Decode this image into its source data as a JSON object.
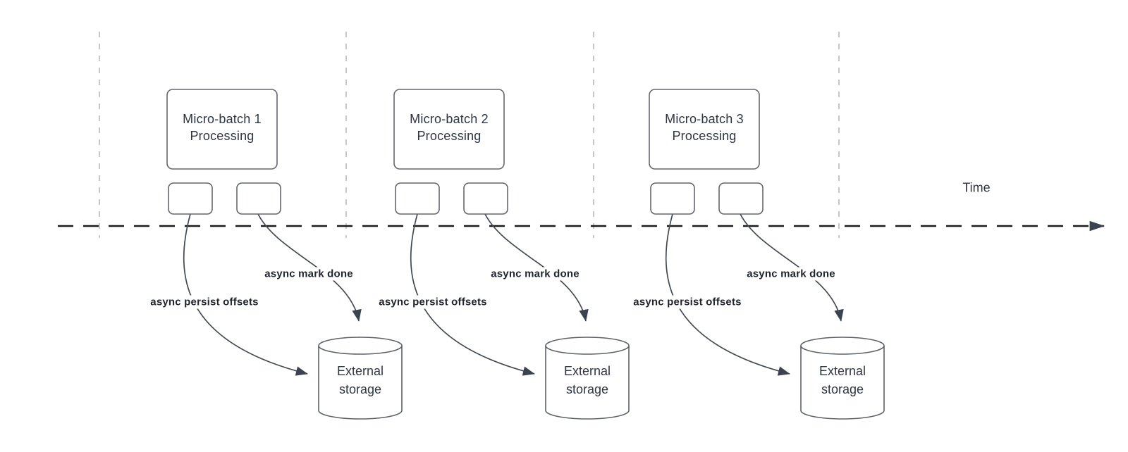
{
  "diagram": {
    "type": "streaming-microbatch-timeline-diagram",
    "time_axis_label": "Time",
    "batches": [
      {
        "title": "Micro-batch 1",
        "subtitle": "Processing",
        "persist_label": "async persist offsets",
        "done_label": "async mark done",
        "storage_line1": "External",
        "storage_line2": "storage"
      },
      {
        "title": "Micro-batch 2",
        "subtitle": "Processing",
        "persist_label": "async persist offsets",
        "done_label": "async mark done",
        "storage_line1": "External",
        "storage_line2": "storage"
      },
      {
        "title": "Micro-batch 3",
        "subtitle": "Processing",
        "persist_label": "async persist offsets",
        "done_label": "async mark done",
        "storage_line1": "External",
        "storage_line2": "storage"
      }
    ],
    "colors": {
      "background": "#ffffff",
      "box_stroke": "#63676d",
      "cylinder_stroke": "#5d6269",
      "edge_stroke": "#434a54",
      "arrowhead": "#3b4350",
      "timeline": "#1b1b1d",
      "gridline": "#b5babf",
      "text": "#2d3643",
      "edge_label_text": "#20262f"
    }
  }
}
